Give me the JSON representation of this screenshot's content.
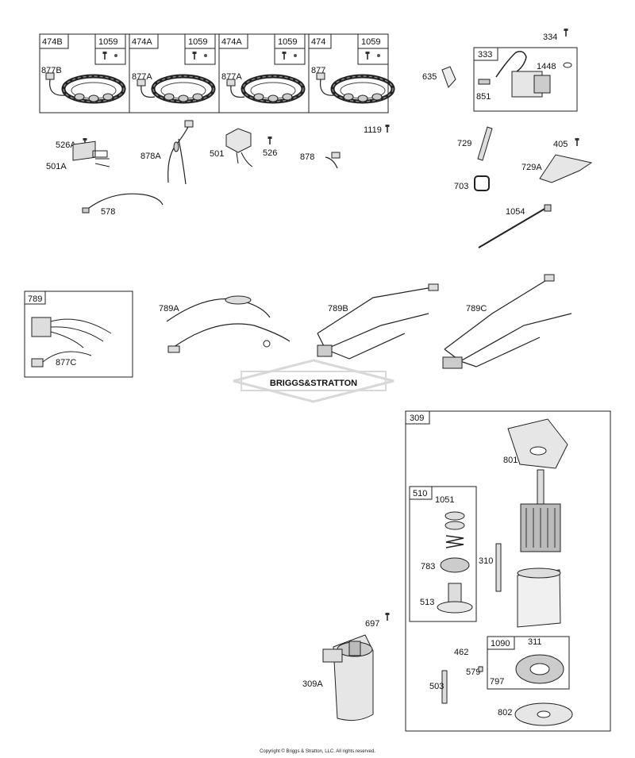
{
  "brand": {
    "watermark": "BRIGGS&STRATTON",
    "watermark_color": "#d8d8d8"
  },
  "footer": {
    "copyright": "Copyright © Briggs & Stratton, LLC. All rights reserved."
  },
  "boxes": {
    "stator_474B": "474B",
    "stator_474A_1": "474A",
    "stator_474A_2": "474A",
    "stator_474": "474",
    "screw_1059_1": "1059",
    "screw_1059_2": "1059",
    "screw_1059_3": "1059",
    "screw_1059_4": "1059",
    "coil_333": "333",
    "harness_789": "789",
    "starter_309": "309",
    "drive_510": "510",
    "brush_1090": "1090"
  },
  "labels": {
    "l877B": "877B",
    "l877A_1": "877A",
    "l877A_2": "877A",
    "l877": "877",
    "l334": "334",
    "l635": "635",
    "l1448": "1448",
    "l851": "851",
    "l526A": "526A",
    "l501A": "501A",
    "l878A": "878A",
    "l501": "501",
    "l526": "526",
    "l878": "878",
    "l1119": "1119",
    "l578": "578",
    "l729": "729",
    "l405": "405",
    "l729A": "729A",
    "l703": "703",
    "l1054": "1054",
    "l877C": "877C",
    "l789A": "789A",
    "l789B": "789B",
    "l789C": "789C",
    "l801": "801",
    "l1051": "1051",
    "l310": "310",
    "l783": "783",
    "l513": "513",
    "l697": "697",
    "l309A": "309A",
    "l462": "462",
    "l311": "311",
    "l579": "579",
    "l797": "797",
    "l503": "503",
    "l802": "802"
  }
}
